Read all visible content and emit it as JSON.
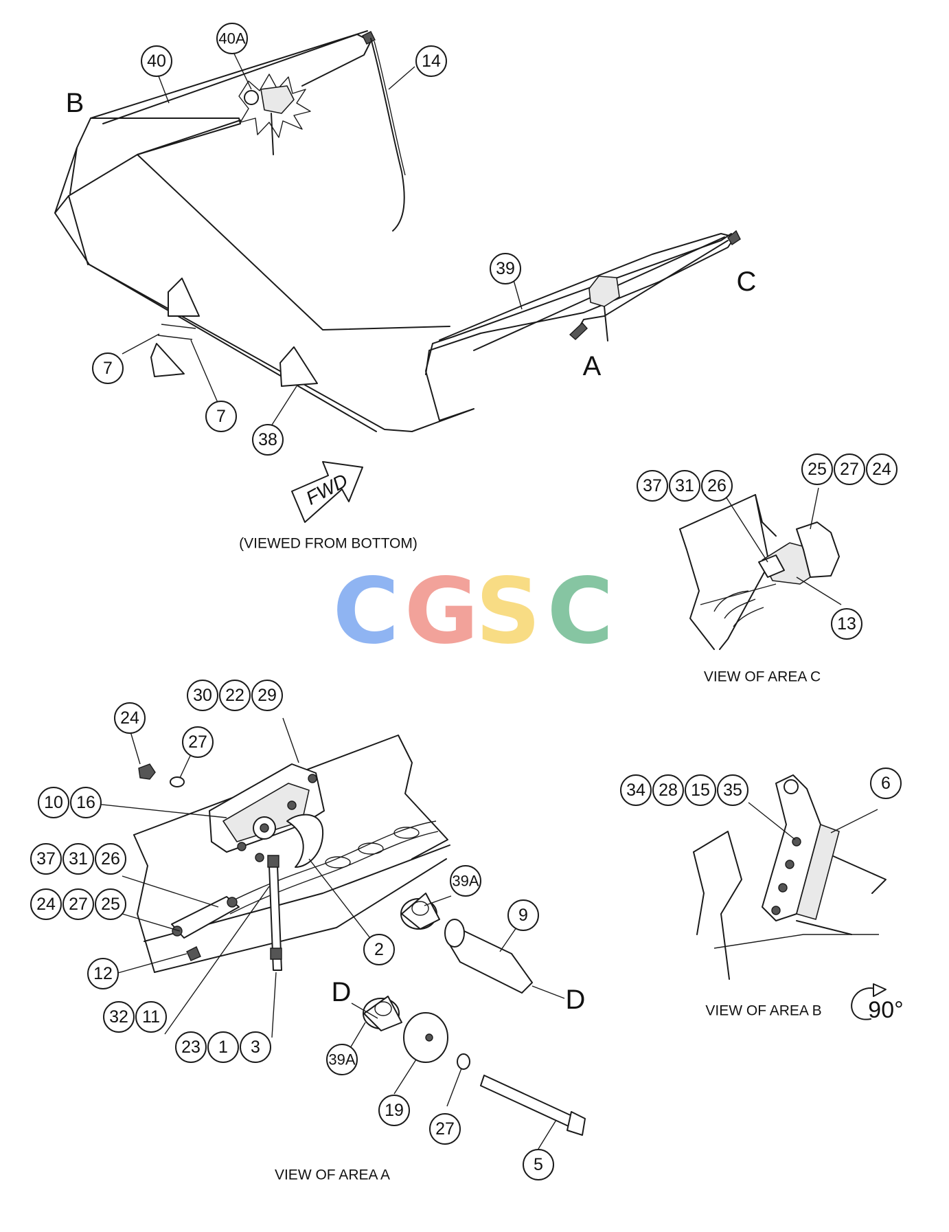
{
  "labels": {
    "b40": "40",
    "b40a": "40A",
    "b14": "14",
    "b39": "39",
    "b7a": "7",
    "b7b": "7",
    "b38": "38",
    "c37": "37",
    "c31": "31",
    "c26": "26",
    "c25": "25",
    "c27": "27",
    "c24": "24",
    "c13": "13",
    "a30": "30",
    "a22": "22",
    "a29": "29",
    "a24": "24",
    "a27": "27",
    "a10": "10",
    "a16": "16",
    "a37": "37",
    "a31": "31",
    "a26": "26",
    "a24b": "24",
    "a27b": "27",
    "a25": "25",
    "a12": "12",
    "a32": "32",
    "a11": "11",
    "a23": "23",
    "a1": "1",
    "a3": "3",
    "a2": "2",
    "a39a": "39A",
    "a9": "9",
    "a39a2": "39A",
    "a19": "19",
    "a27c": "27",
    "a5": "5",
    "bb34": "34",
    "bb28": "28",
    "bb15": "15",
    "bb35": "35",
    "bb6": "6"
  },
  "area_letters": {
    "b": "B",
    "c": "C",
    "a": "A",
    "d1": "D",
    "d2": "D"
  },
  "fwd_label": "FWD",
  "captions": {
    "viewed_from_bottom": "(VIEWED FROM BOTTOM)",
    "view_area_c": "VIEW OF AREA C",
    "view_area_b": "VIEW OF AREA B",
    "view_area_a": "VIEW OF AREA A",
    "rotation": "90°"
  },
  "watermark": {
    "letters": [
      "C",
      "G",
      "S",
      "C"
    ],
    "colors": [
      "#8fb4f2",
      "#f2a29a",
      "#f8dc84",
      "#86c5a2"
    ]
  }
}
